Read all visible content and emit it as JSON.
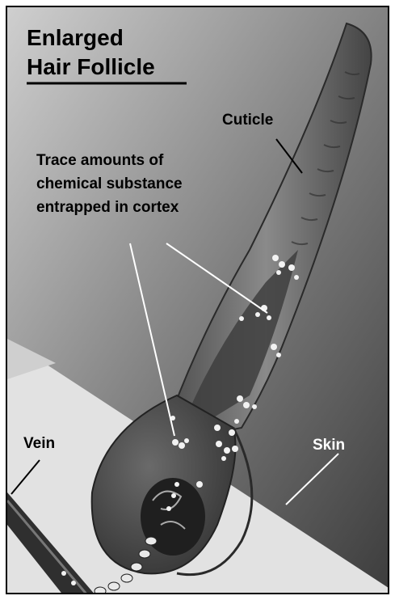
{
  "title": {
    "line1": "Enlarged",
    "line2": "Hair Follicle"
  },
  "labels": {
    "cuticle": "Cuticle",
    "trace_line1": "Trace amounts of",
    "trace_line2": "chemical substance",
    "trace_line3": "entrapped in cortex",
    "vein": "Vein",
    "skin": "Skin"
  },
  "colors": {
    "background_dark": "#3a3a3a",
    "background_light": "#cfcfcf",
    "skin": "#e6e6e6",
    "hair": "#5e5e5e",
    "particles": "#f2f2f2"
  }
}
